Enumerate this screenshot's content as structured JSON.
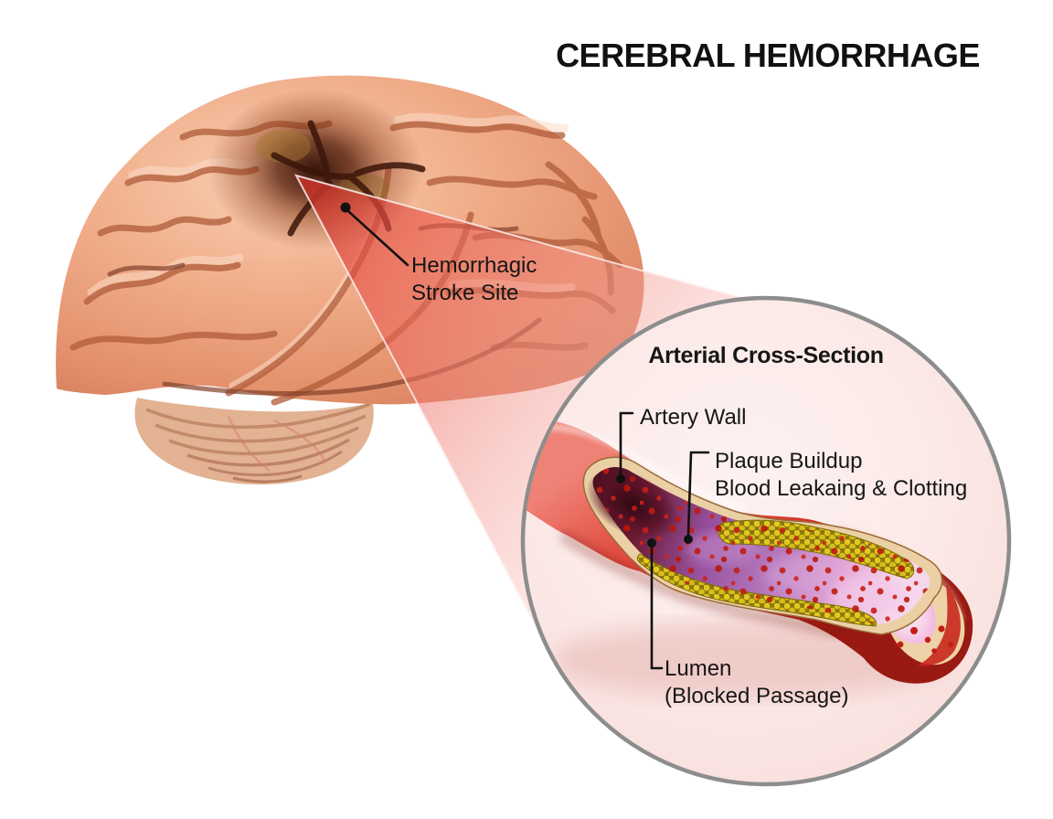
{
  "illustration": {
    "title": "CEREBRAL HEMORRHAGE",
    "brain_label": {
      "line1": "Hemorrhagic",
      "line2": "Stroke Site"
    },
    "inset": {
      "title": "Arterial Cross-Section",
      "artery_wall_label": "Artery Wall",
      "plaque_label": {
        "line1": "Plaque Buildup",
        "line2": "Blood Leakaing & Clotting"
      },
      "lumen_label": {
        "line1": "Lumen",
        "line2": "(Blocked Passage)"
      }
    },
    "colors": {
      "background": "#ffffff",
      "text": "#161616",
      "brain_pink": "#efa883",
      "hemorrhage_dark": "#3a170b",
      "beam_red": "#e05548",
      "inset_fill": "#fbe7e5",
      "inset_border": "#8d8d8d",
      "artery_red": "#dd4236",
      "artery_cut_rim": "#ecd0a5",
      "lumen_purple": "#9a55a2",
      "plaque_yellow": "#dcc217",
      "blood_cell_red": "#c41e14"
    }
  }
}
